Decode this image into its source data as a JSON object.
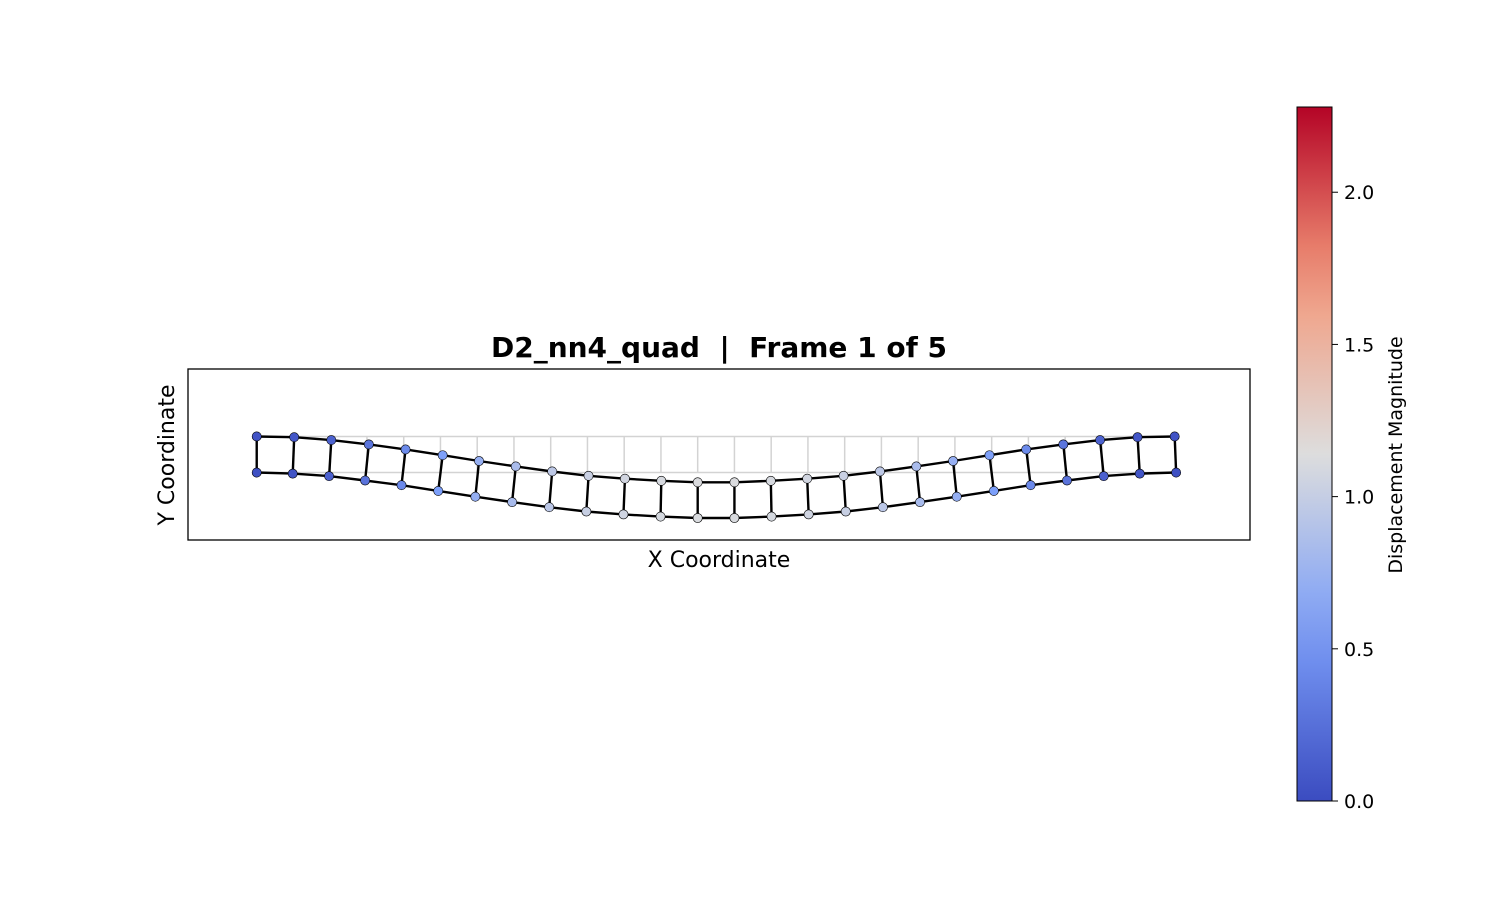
{
  "chart_data": {
    "type": "mesh-deformation",
    "title": "D2_nn4_quad  |  Frame 1 of 5",
    "xlabel": "X Coordinate",
    "ylabel": "Y Coordinate",
    "show_ticks": false,
    "xlim": [
      -1.87,
      27.03
    ],
    "ylim": [
      -1.87,
      2.87
    ],
    "undeformed_mesh": {
      "color": "#d3d3d3",
      "columns": 26,
      "x_start": 0,
      "x_step": 1,
      "rows_y": [
        0,
        1
      ]
    },
    "element_edge_color": "#000000",
    "node_rows": [
      {
        "name": "top",
        "x": [
          0,
          1.02,
          2.03,
          3.05,
          4.05,
          5.06,
          6.05,
          7.05,
          8.04,
          9.03,
          10.02,
          11.01,
          12.0,
          13.0,
          13.99,
          14.98,
          15.97,
          16.96,
          17.95,
          18.95,
          19.94,
          20.94,
          21.95,
          22.95,
          23.97,
          24.98
        ],
        "y": [
          1.0,
          0.98,
          0.9,
          0.78,
          0.64,
          0.48,
          0.32,
          0.17,
          0.03,
          -0.09,
          -0.17,
          -0.23,
          -0.27,
          -0.27,
          -0.23,
          -0.17,
          -0.09,
          0.03,
          0.17,
          0.32,
          0.48,
          0.64,
          0.78,
          0.9,
          0.98,
          1.0
        ],
        "disp": [
          0.05,
          0.07,
          0.15,
          0.28,
          0.43,
          0.58,
          0.72,
          0.84,
          0.95,
          1.02,
          1.07,
          1.1,
          1.12,
          1.12,
          1.1,
          1.07,
          1.02,
          0.95,
          0.84,
          0.72,
          0.58,
          0.43,
          0.28,
          0.15,
          0.07,
          0.05
        ]
      },
      {
        "name": "bottom",
        "x": [
          0,
          0.98,
          1.97,
          2.95,
          3.94,
          4.94,
          5.95,
          6.95,
          7.96,
          8.97,
          9.98,
          10.99,
          12.0,
          13.0,
          14.01,
          15.02,
          16.03,
          17.04,
          18.05,
          19.05,
          20.06,
          21.06,
          22.05,
          23.05,
          24.03,
          25.02
        ],
        "y": [
          0.0,
          -0.03,
          -0.1,
          -0.22,
          -0.35,
          -0.51,
          -0.67,
          -0.82,
          -0.96,
          -1.08,
          -1.16,
          -1.22,
          -1.26,
          -1.26,
          -1.22,
          -1.16,
          -1.08,
          -0.96,
          -0.82,
          -0.67,
          -0.51,
          -0.35,
          -0.22,
          -0.1,
          -0.03,
          0.0
        ],
        "disp": [
          0.03,
          0.06,
          0.14,
          0.27,
          0.42,
          0.57,
          0.71,
          0.83,
          0.94,
          1.01,
          1.06,
          1.09,
          1.11,
          1.11,
          1.09,
          1.06,
          1.01,
          0.94,
          0.83,
          0.71,
          0.57,
          0.42,
          0.27,
          0.14,
          0.06,
          0.03
        ]
      }
    ],
    "colorbar": {
      "label": "Displacement Magnitude",
      "colormap": "coolwarm",
      "min": 0.0,
      "max": 2.28,
      "ticks": [
        0.0,
        0.5,
        1.0,
        1.5,
        2.0
      ],
      "tick_labels": [
        "0.0",
        "0.5",
        "1.0",
        "1.5",
        "2.0"
      ]
    }
  }
}
